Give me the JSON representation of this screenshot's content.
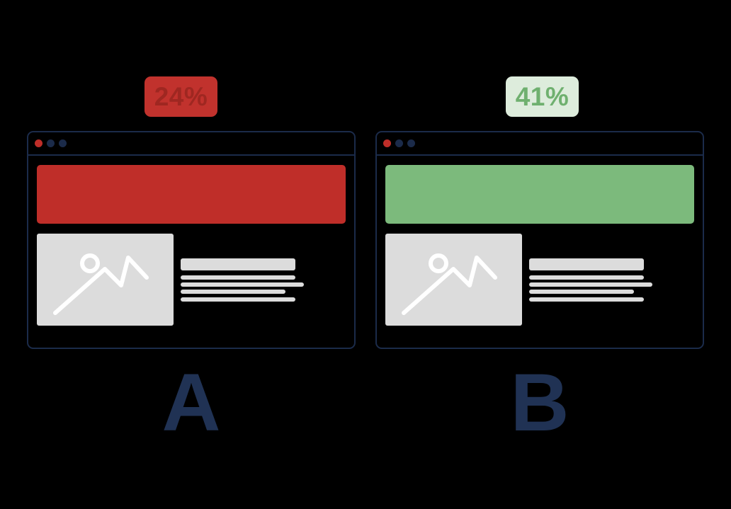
{
  "illustration": {
    "title": "A/B test comparison of two webpage variants",
    "variants": [
      {
        "label": "A",
        "badge_value": "24%",
        "banner": "red-hero-banner"
      },
      {
        "label": "B",
        "badge_value": "41%",
        "banner": "green-hero-banner"
      }
    ],
    "window": {
      "controls": [
        "red-dot",
        "navy-dot",
        "navy-dot"
      ],
      "content": [
        "hero-banner",
        "image-placeholder",
        "heading-placeholder",
        "text-line-placeholders"
      ]
    }
  },
  "colors": {
    "background": "#000000",
    "red": "#bf2e29",
    "red_badge_bg": "#c1322d",
    "red_badge_text": "#9f2721",
    "green": "#7cba7c",
    "green_badge_bg": "#ddecdc",
    "green_badge_text": "#6fb06f",
    "navy": "#1b2b4a",
    "letter_navy": "#203254",
    "gray": "#dcdcdc",
    "white": "#ffffff"
  }
}
